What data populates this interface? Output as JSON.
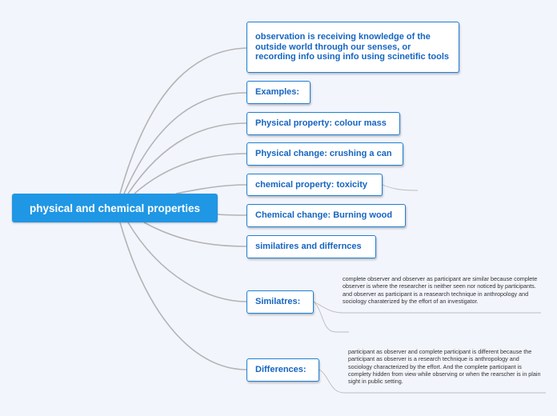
{
  "central_topic": "physical and chemical properties",
  "topics": [
    {
      "id": "observation",
      "label": "observation is receiving knowledge of the outside world through our senses, or recording info using info  using scinetific tools"
    },
    {
      "id": "examples",
      "label": "Examples:"
    },
    {
      "id": "physical-property",
      "label": "Physical property: colour mass"
    },
    {
      "id": "physical-change",
      "label": "Physical change: crushing a can"
    },
    {
      "id": "chemical-property",
      "label": "chemical property: toxicity"
    },
    {
      "id": "chemical-change",
      "label": "Chemical change: Burning wood"
    },
    {
      "id": "similarities-differences",
      "label": "similatires and differnces"
    },
    {
      "id": "similarities",
      "label": "Similatres:"
    },
    {
      "id": "differences",
      "label": "Differences:"
    }
  ],
  "notes": {
    "similarities": "complete observer and observer as participant are similar because complete observer is where the researcher is neither seen nor noticed by participants. and observer as participant is a reasearch technique in anthropology and sociology charaterized by the effort of an investigator.",
    "differences": "participant as observer and complete participant is different because the participant as observer is a research technique is anthropology and sociology characterized by the effort. And the complete participant is complety hidden from view while observing or when the rearscher is in plain sight in public setting."
  },
  "colors": {
    "background": "#f3f5fd",
    "root_fill": "#1f97e5",
    "topic_border": "#1f7fd0",
    "topic_text": "#1565c0",
    "connector": "#b4b4b4"
  }
}
